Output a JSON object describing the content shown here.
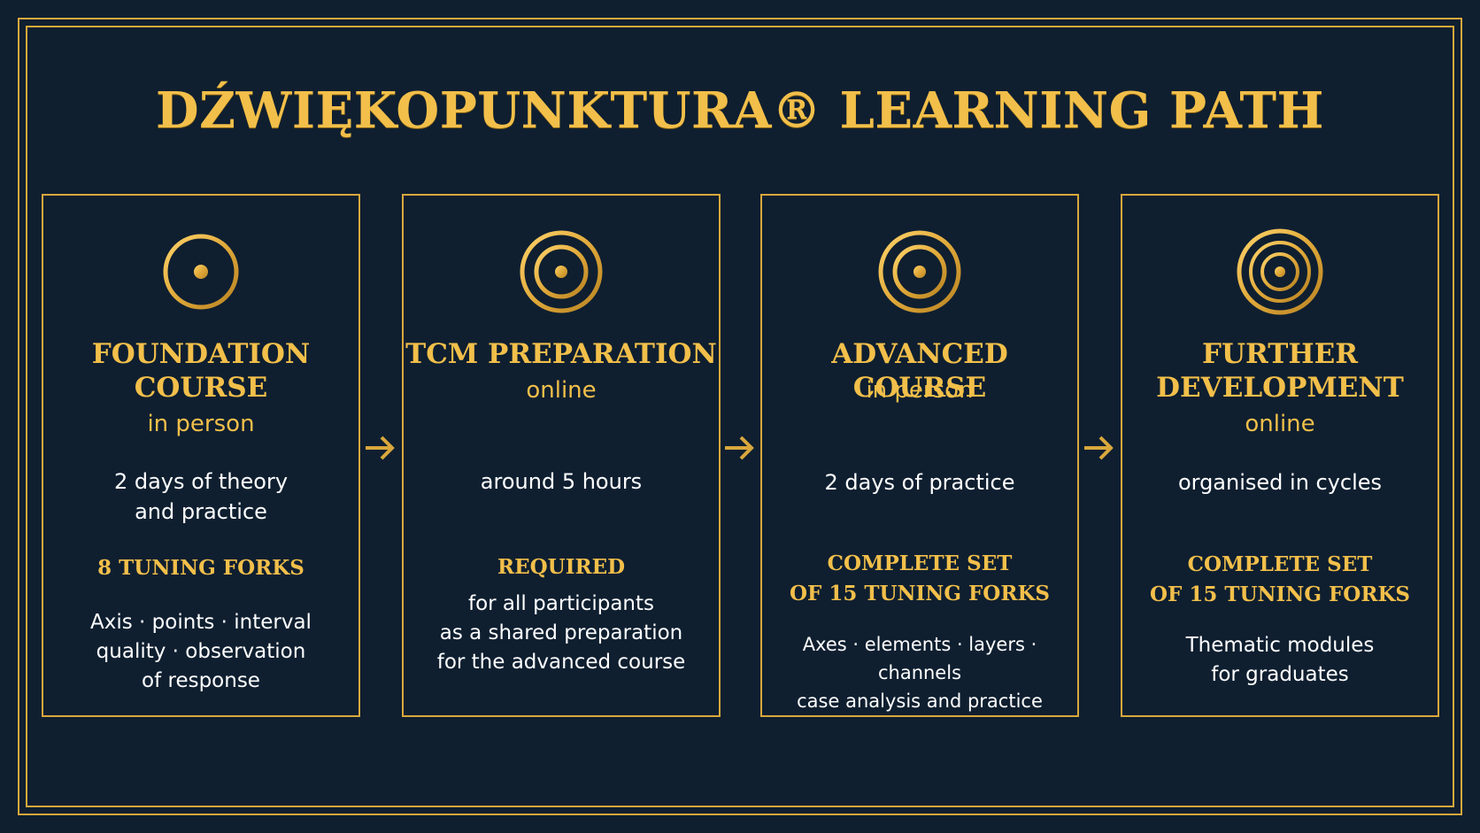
{
  "title": "DŹWIĘKOPUNKTURA® LEARNING PATH",
  "colors": {
    "background": "#0f1f30",
    "gold": "#d9a83c",
    "gold_text": "#f2bf4a",
    "text": "#ffffff"
  },
  "stages": [
    {
      "icon": "target-1-ring-icon",
      "heading_lines": [
        "FOUNDATION",
        "COURSE"
      ],
      "mode": "in person",
      "info_lines": [
        "2 days of theory",
        "and practice"
      ],
      "tag_lines": [
        "8 TUNING FORKS"
      ],
      "desc_lines": [
        "Axis · points · interval",
        "quality · observation",
        "of response"
      ]
    },
    {
      "icon": "target-2-rings-icon",
      "heading_lines": [
        "TCM PREPARATION"
      ],
      "mode": "online",
      "info_lines": [
        "around 5 hours"
      ],
      "tag_lines": [
        "REQUIRED"
      ],
      "desc_lines": [
        "for all participants",
        "as a shared preparation",
        "for the advanced course"
      ]
    },
    {
      "icon": "target-2-rings-icon",
      "heading_lines": [
        "ADVANCED COURSE"
      ],
      "mode": "in person",
      "info_lines": [
        "2 days of practice"
      ],
      "tag_lines": [
        "COMPLETE SET",
        "OF 15 TUNING FORKS"
      ],
      "desc_lines": [
        "Axes · elements · layers · channels",
        "case analysis and practice"
      ]
    },
    {
      "icon": "target-3-rings-icon",
      "heading_lines": [
        "FURTHER",
        "DEVELOPMENT"
      ],
      "mode": "online",
      "info_lines": [
        "organised in cycles"
      ],
      "tag_lines": [
        "COMPLETE SET",
        "OF 15 TUNING FORKS"
      ],
      "desc_lines": [
        "Thematic modules",
        "for graduates"
      ]
    }
  ],
  "connectors": [
    "arrow-right-icon",
    "arrow-right-icon",
    "arrow-right-icon"
  ]
}
